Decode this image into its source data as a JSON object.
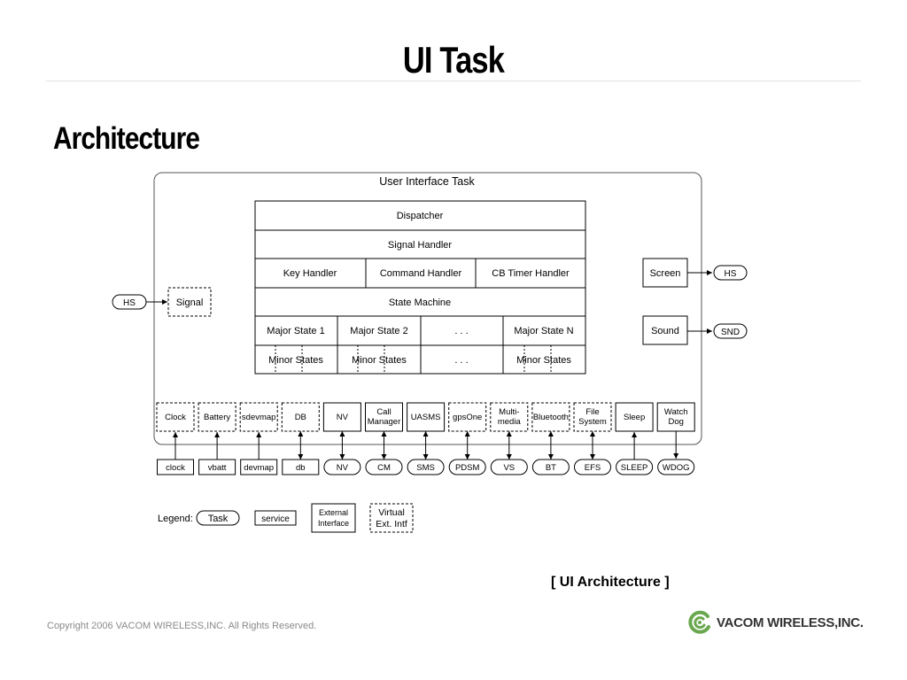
{
  "slide": {
    "title": "UI Task",
    "heading": "Architecture",
    "caption": "[ UI Architecture ]",
    "copyright": "Copyright 2006 VACOM WIRELESS,INC. All Rights Reserved.",
    "logo_text": "VACOM WIRELESS,INC.",
    "logo_color": "#6aa84f"
  },
  "diagram": {
    "outer_label": "User Interface Task",
    "stack": {
      "dispatcher": "Dispatcher",
      "signal_handler": "Signal Handler",
      "handlers": [
        "Key Handler",
        "Command Handler",
        "CB Timer Handler"
      ],
      "state_machine": "State Machine",
      "major_states": [
        "Major State 1",
        "Major State 2",
        ". . .",
        "Major State N"
      ],
      "minor_states": [
        "Minor States",
        "Minor States",
        ". . .",
        "Minor States"
      ]
    },
    "left_input": {
      "task": "HS",
      "virtual": "Signal"
    },
    "right_outputs": [
      {
        "box": "Screen",
        "task": "HS"
      },
      {
        "box": "Sound",
        "task": "SND"
      }
    ],
    "interfaces": [
      {
        "lines": [
          "Clock"
        ],
        "style": "virtual",
        "target": "clock",
        "target_style": "service",
        "direction": "up"
      },
      {
        "lines": [
          "Battery"
        ],
        "style": "virtual",
        "target": "vbatt",
        "target_style": "service",
        "direction": "up"
      },
      {
        "lines": [
          "sdevmap"
        ],
        "style": "virtual",
        "target": "devmap",
        "target_style": "service",
        "direction": "up"
      },
      {
        "lines": [
          "DB"
        ],
        "style": "virtual",
        "target": "db",
        "target_style": "service",
        "direction": "both"
      },
      {
        "lines": [
          "NV"
        ],
        "style": "external",
        "target": "NV",
        "target_style": "task",
        "direction": "both"
      },
      {
        "lines": [
          "Call",
          "Manager"
        ],
        "style": "external",
        "target": "CM",
        "target_style": "task",
        "direction": "both"
      },
      {
        "lines": [
          "UASMS"
        ],
        "style": "external",
        "target": "SMS",
        "target_style": "task",
        "direction": "both"
      },
      {
        "lines": [
          "gpsOne"
        ],
        "style": "virtual",
        "target": "PDSM",
        "target_style": "task",
        "direction": "both"
      },
      {
        "lines": [
          "Multi-",
          "media"
        ],
        "style": "virtual",
        "target": "VS",
        "target_style": "task",
        "direction": "both"
      },
      {
        "lines": [
          "Bluetooth"
        ],
        "style": "virtual",
        "target": "BT",
        "target_style": "task",
        "direction": "both"
      },
      {
        "lines": [
          "File",
          "System"
        ],
        "style": "virtual",
        "target": "EFS",
        "target_style": "task",
        "direction": "both"
      },
      {
        "lines": [
          "Sleep"
        ],
        "style": "external",
        "target": "SLEEP",
        "target_style": "task",
        "direction": "up"
      },
      {
        "lines": [
          "Watch",
          "Dog"
        ],
        "style": "external",
        "target": "WDOG",
        "target_style": "task",
        "direction": "down"
      }
    ],
    "legend": {
      "label": "Legend:",
      "task": "Task",
      "service": "service",
      "external": [
        "External",
        "Interface"
      ],
      "virtual": [
        "Virtual",
        "Ext. Intf"
      ]
    }
  }
}
